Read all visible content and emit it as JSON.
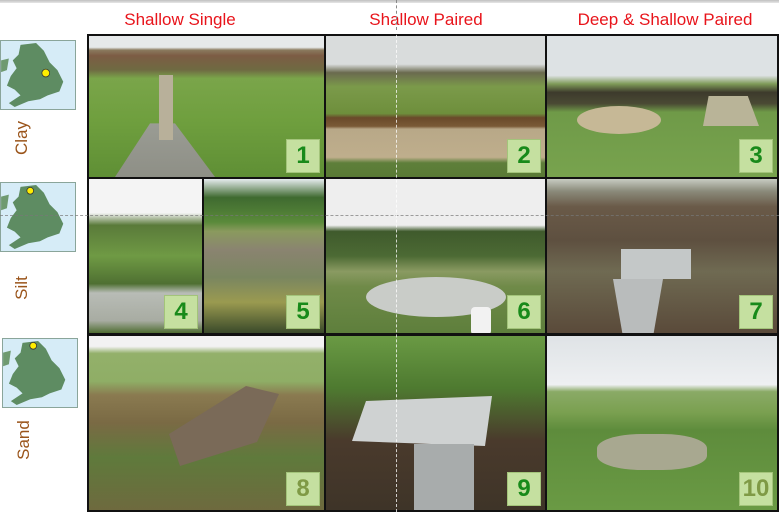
{
  "columns": [
    {
      "label": "Shallow Single"
    },
    {
      "label": "Shallow Paired"
    },
    {
      "label": "Deep & Shallow Paired"
    }
  ],
  "rows": [
    {
      "label": "Clay",
      "map": "england-wales-map-icon",
      "marker": "central-england"
    },
    {
      "label": "Silt",
      "map": "england-wales-map-icon",
      "marker": "northern-england"
    },
    {
      "label": "Sand",
      "map": "england-wales-map-icon",
      "marker": "northern-england"
    }
  ],
  "photos": [
    {
      "id": "1",
      "label": "1",
      "row": "Clay",
      "column": "Shallow Single"
    },
    {
      "id": "2",
      "label": "2",
      "row": "Clay",
      "column": "Shallow Paired"
    },
    {
      "id": "3",
      "label": "3",
      "row": "Clay",
      "column": "Deep & Shallow Paired"
    },
    {
      "id": "4",
      "label": "4",
      "row": "Silt",
      "column": "Shallow Single"
    },
    {
      "id": "5",
      "label": "5",
      "row": "Silt",
      "column": "Shallow Single"
    },
    {
      "id": "6",
      "label": "6",
      "row": "Silt",
      "column": "Shallow Paired"
    },
    {
      "id": "7",
      "label": "7",
      "row": "Silt",
      "column": "Deep & Shallow Paired"
    },
    {
      "id": "8",
      "label": "8",
      "row": "Sand",
      "column": "Shallow Single"
    },
    {
      "id": "9",
      "label": "9",
      "row": "Sand",
      "column": "Shallow Paired"
    },
    {
      "id": "10",
      "label": "10",
      "row": "Sand",
      "column": "Deep & Shallow Paired"
    }
  ],
  "colors": {
    "column_title": "#e8141b",
    "row_label": "#9a541a",
    "badge_bg": "#c5e0a0",
    "badge_text": "#188a1a",
    "marker": "#ffee00"
  }
}
